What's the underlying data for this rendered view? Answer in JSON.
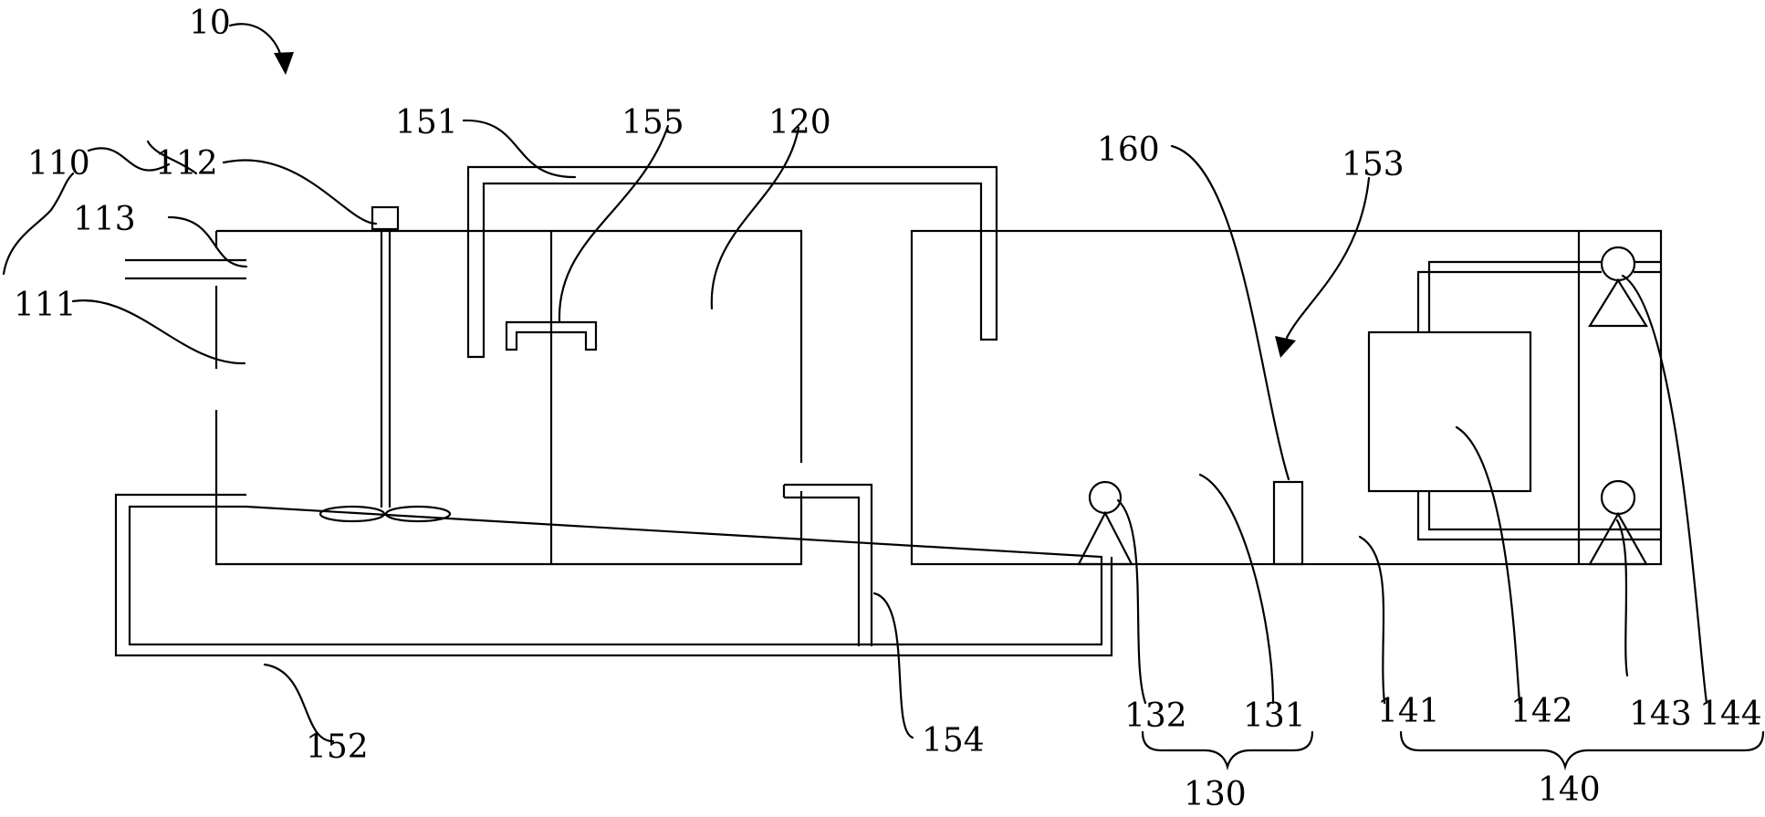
{
  "labels": {
    "assembly": "10",
    "unit_110": "110",
    "part_111": "111",
    "part_112": "112",
    "part_113": "113",
    "tank_120": "120",
    "unit_130": "130",
    "part_131": "131",
    "part_132": "132",
    "unit_140": "140",
    "part_141": "141",
    "part_142": "142",
    "part_143": "143",
    "part_144": "144",
    "pipe_151": "151",
    "pipe_152": "152",
    "pipe_153": "153",
    "pipe_154": "154",
    "part_155": "155",
    "part_160": "160"
  }
}
